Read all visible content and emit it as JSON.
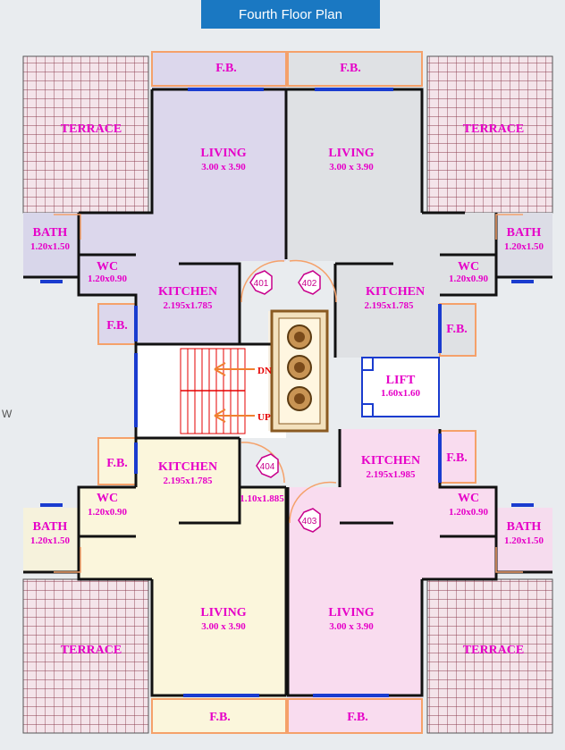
{
  "header": {
    "title": "Fourth Floor Plan"
  },
  "side_letter": "W",
  "rooms": {
    "fb_top_left": "F.B.",
    "fb_top_right": "F.B.",
    "terrace_tl": "TERRACE",
    "terrace_tr": "TERRACE",
    "terrace_bl": "TERRACE",
    "terrace_br": "TERRACE",
    "living_401": "LIVING",
    "living_401_dim": "3.00 x 3.90",
    "living_402": "LIVING",
    "living_402_dim": "3.00 x 3.90",
    "living_404": "LIVING",
    "living_404_dim": "3.00 x 3.90",
    "living_403": "LIVING",
    "living_403_dim": "3.00 x 3.90",
    "bath_tl": "BATH",
    "bath_tl_dim": "1.20x1.50",
    "bath_tr": "BATH",
    "bath_tr_dim": "1.20x1.50",
    "bath_bl": "BATH",
    "bath_bl_dim": "1.20x1.50",
    "bath_br": "BATH",
    "bath_br_dim": "1.20x1.50",
    "wc_tl": "WC",
    "wc_tl_dim": "1.20x0.90",
    "wc_tr": "WC",
    "wc_tr_dim": "1.20x0.90",
    "wc_bl": "WC",
    "wc_bl_dim": "1.20x0.90",
    "wc_br": "WC",
    "wc_br_dim": "1.20x0.90",
    "kitchen_401": "KITCHEN",
    "kitchen_401_dim": "2.195x1.785",
    "kitchen_402": "KITCHEN",
    "kitchen_402_dim": "2.195x1.785",
    "kitchen_404": "KITCHEN",
    "kitchen_404_dim": "2.195x1.785",
    "kitchen_403": "KITCHEN",
    "kitchen_403_dim": "2.195x1.985",
    "fb_mid_left_top": "F.B.",
    "fb_mid_right_top": "F.B.",
    "fb_mid_left_bottom": "F.B.",
    "fb_mid_right_bottom": "F.B.",
    "fb_bottom_left": "F.B.",
    "fb_bottom_right": "F.B.",
    "lift": "LIFT",
    "lift_dim": "1.60x1.60",
    "passage_dim": "1.10x1.885",
    "stair_dn": "DN",
    "stair_up": "UP"
  },
  "flats": {
    "f401": "401",
    "f402": "402",
    "f403": "403",
    "f404": "404"
  },
  "colors": {
    "flat_401": "#dcd7ec",
    "flat_402": "#dfe1e4",
    "flat_404": "#fbf6dc",
    "flat_403": "#f9dcef",
    "terrace": "#f4e4ea",
    "terrace_grid": "#8a3a4c",
    "wall": "#111111",
    "window": "#1a3ccf",
    "label": "#e600c8",
    "balcony": "#f5a16a",
    "stair": "#e60000",
    "lift_frame": "#1a3ccf",
    "title_bar": "#1a78c2"
  }
}
